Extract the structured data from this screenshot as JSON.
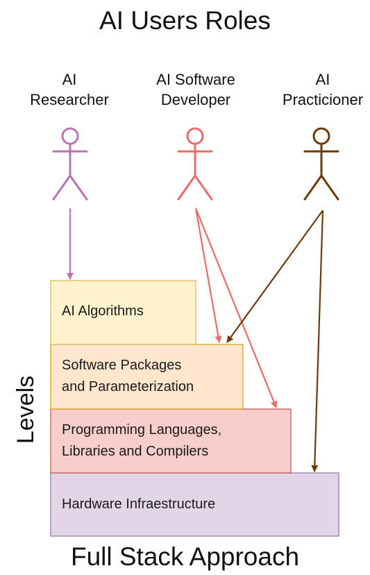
{
  "title": "AI Users Roles",
  "footer": "Full Stack Approach",
  "axis_label": "Levels",
  "roles": [
    {
      "label": "AI\nResearcher",
      "color": "#b972b3"
    },
    {
      "label": "AI Software\nDeveloper",
      "color": "#ea6b67"
    },
    {
      "label": "AI\nPracticioner",
      "color": "#6b3a0b"
    }
  ],
  "levels": [
    {
      "label": "AI Algorithms",
      "fill": "#fff2cc",
      "stroke": "#d6b656"
    },
    {
      "label": "Software Packages\nand Parameterization",
      "fill": "#ffe6cc",
      "stroke": "#d79b00"
    },
    {
      "label": "Programming Languages,\nLibraries and Compilers",
      "fill": "#f8cecc",
      "stroke": "#b85450"
    },
    {
      "label": "Hardware Infraestructure",
      "fill": "#e1d5e7",
      "stroke": "#9673a6"
    }
  ]
}
